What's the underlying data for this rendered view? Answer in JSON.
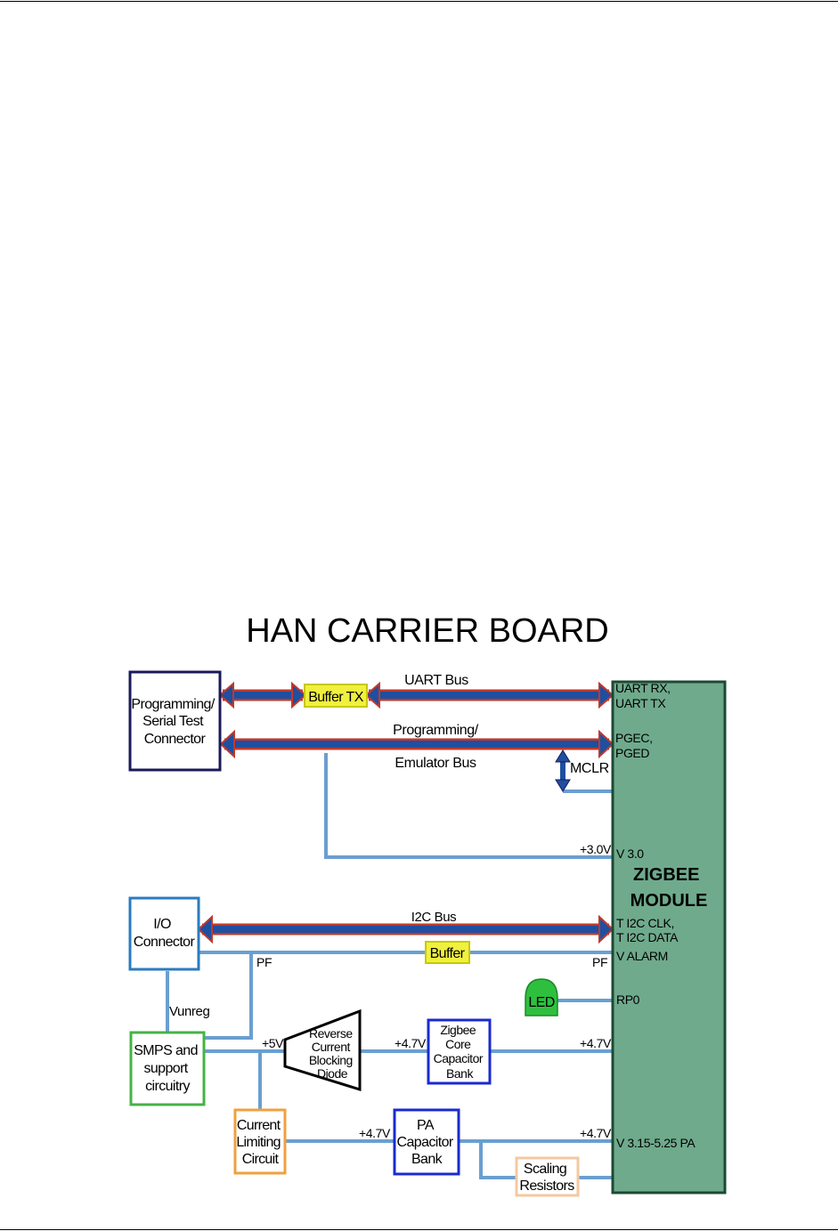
{
  "diagram": {
    "title": "HAN CARRIER BOARD",
    "blocks": {
      "programming_connector": [
        "Programming/",
        "Serial Test",
        "Connector"
      ],
      "io_connector": [
        "I/O",
        "Connector"
      ],
      "smps": [
        "SMPS and",
        "support",
        "circuitry"
      ],
      "current_limiting": [
        "Current",
        "Limiting",
        "Circuit"
      ],
      "reverse_diode": [
        "Reverse",
        "Current",
        "Blocking",
        "Diode"
      ],
      "zigbee_cap_bank": [
        "Zigbee",
        "Core",
        "Capacitor",
        "Bank"
      ],
      "pa_cap_bank": [
        "PA",
        "Capacitor",
        "Bank"
      ],
      "scaling_resistors": [
        "Scaling",
        "Resistors"
      ],
      "zigbee_module": [
        "ZIGBEE",
        "MODULE"
      ],
      "led": "LED",
      "buffer_tx": "Buffer TX",
      "buffer": "Buffer"
    },
    "bus_labels": {
      "uart": "UART Bus",
      "programming_top": "Programming/",
      "programming_bottom": "Emulator Bus",
      "mclr": "MCLR",
      "i2c": "I2C Bus"
    },
    "pins": {
      "uart": [
        "UART RX,",
        "UART TX"
      ],
      "pgec": [
        "PGEC,",
        "PGED"
      ],
      "v30": "V 3.0",
      "i2c": [
        "T I2C CLK,",
        "T I2C DATA"
      ],
      "alarm": "V ALARM",
      "rp0": "RP0",
      "pa": "V 3.15-5.25 PA"
    },
    "net_labels": {
      "v30": "+3.0V",
      "pf_left": "PF",
      "pf_right": "PF",
      "vunreg": "Vunreg",
      "v5": "+5V",
      "v47_diode": "+4.7V",
      "v47_core": "+4.7V",
      "v47_pa_in": "+4.7V",
      "v47_pa_out": "+4.7V"
    },
    "colors": {
      "bus_fill": "#1f4fa0",
      "bus_outline": "#c0392b",
      "wire": "#6a9fd0",
      "module_fill": "#6faa8c",
      "module_border": "#1c4a34",
      "buffer_fill": "#f0f040",
      "led_fill": "#2fbf3f",
      "programming_border": "#1a1a5a",
      "io_border": "#2a7bc0",
      "smps_border": "#45b345",
      "current_border": "#f0a040",
      "cap_border": "#1a2ad0",
      "scaling_border": "#f5c8a0"
    }
  }
}
